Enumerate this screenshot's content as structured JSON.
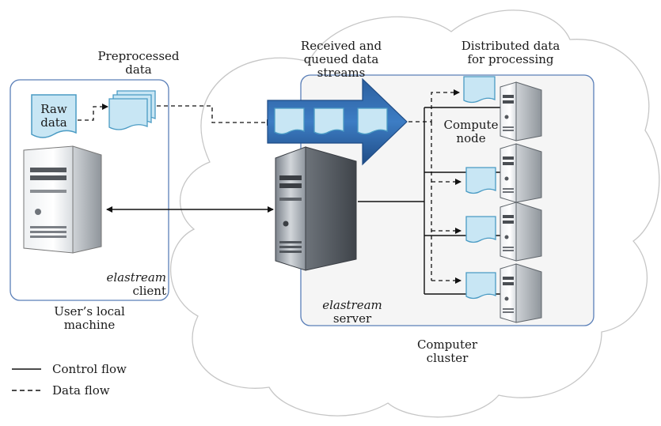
{
  "labels": {
    "preprocessed_1": "Preprocessed",
    "preprocessed_2": "data",
    "raw_1": "Raw",
    "raw_2": "data",
    "received_1": "Received and",
    "received_2": "queued data",
    "received_3": "streams",
    "distributed_1": "Distributed data",
    "distributed_2": "for processing",
    "compute_1": "Compute",
    "compute_2": "node",
    "client_italic": "elastream",
    "client_word": "client",
    "users_1": "User’s local",
    "users_2": "machine",
    "server_italic": "elastream",
    "server_word": "server",
    "cluster_1": "Computer",
    "cluster_2": "cluster"
  },
  "legend": {
    "control_flow": "Control flow",
    "data_flow": "Data flow"
  },
  "colors": {
    "box_border": "#5a7fb8",
    "doc_fill": "#c8e6f4",
    "doc_stroke": "#4a9bc4",
    "arrow_fill": "#2f6db0",
    "cloud_stroke": "#c8c8c8",
    "server_body": "#a8b0b8"
  }
}
